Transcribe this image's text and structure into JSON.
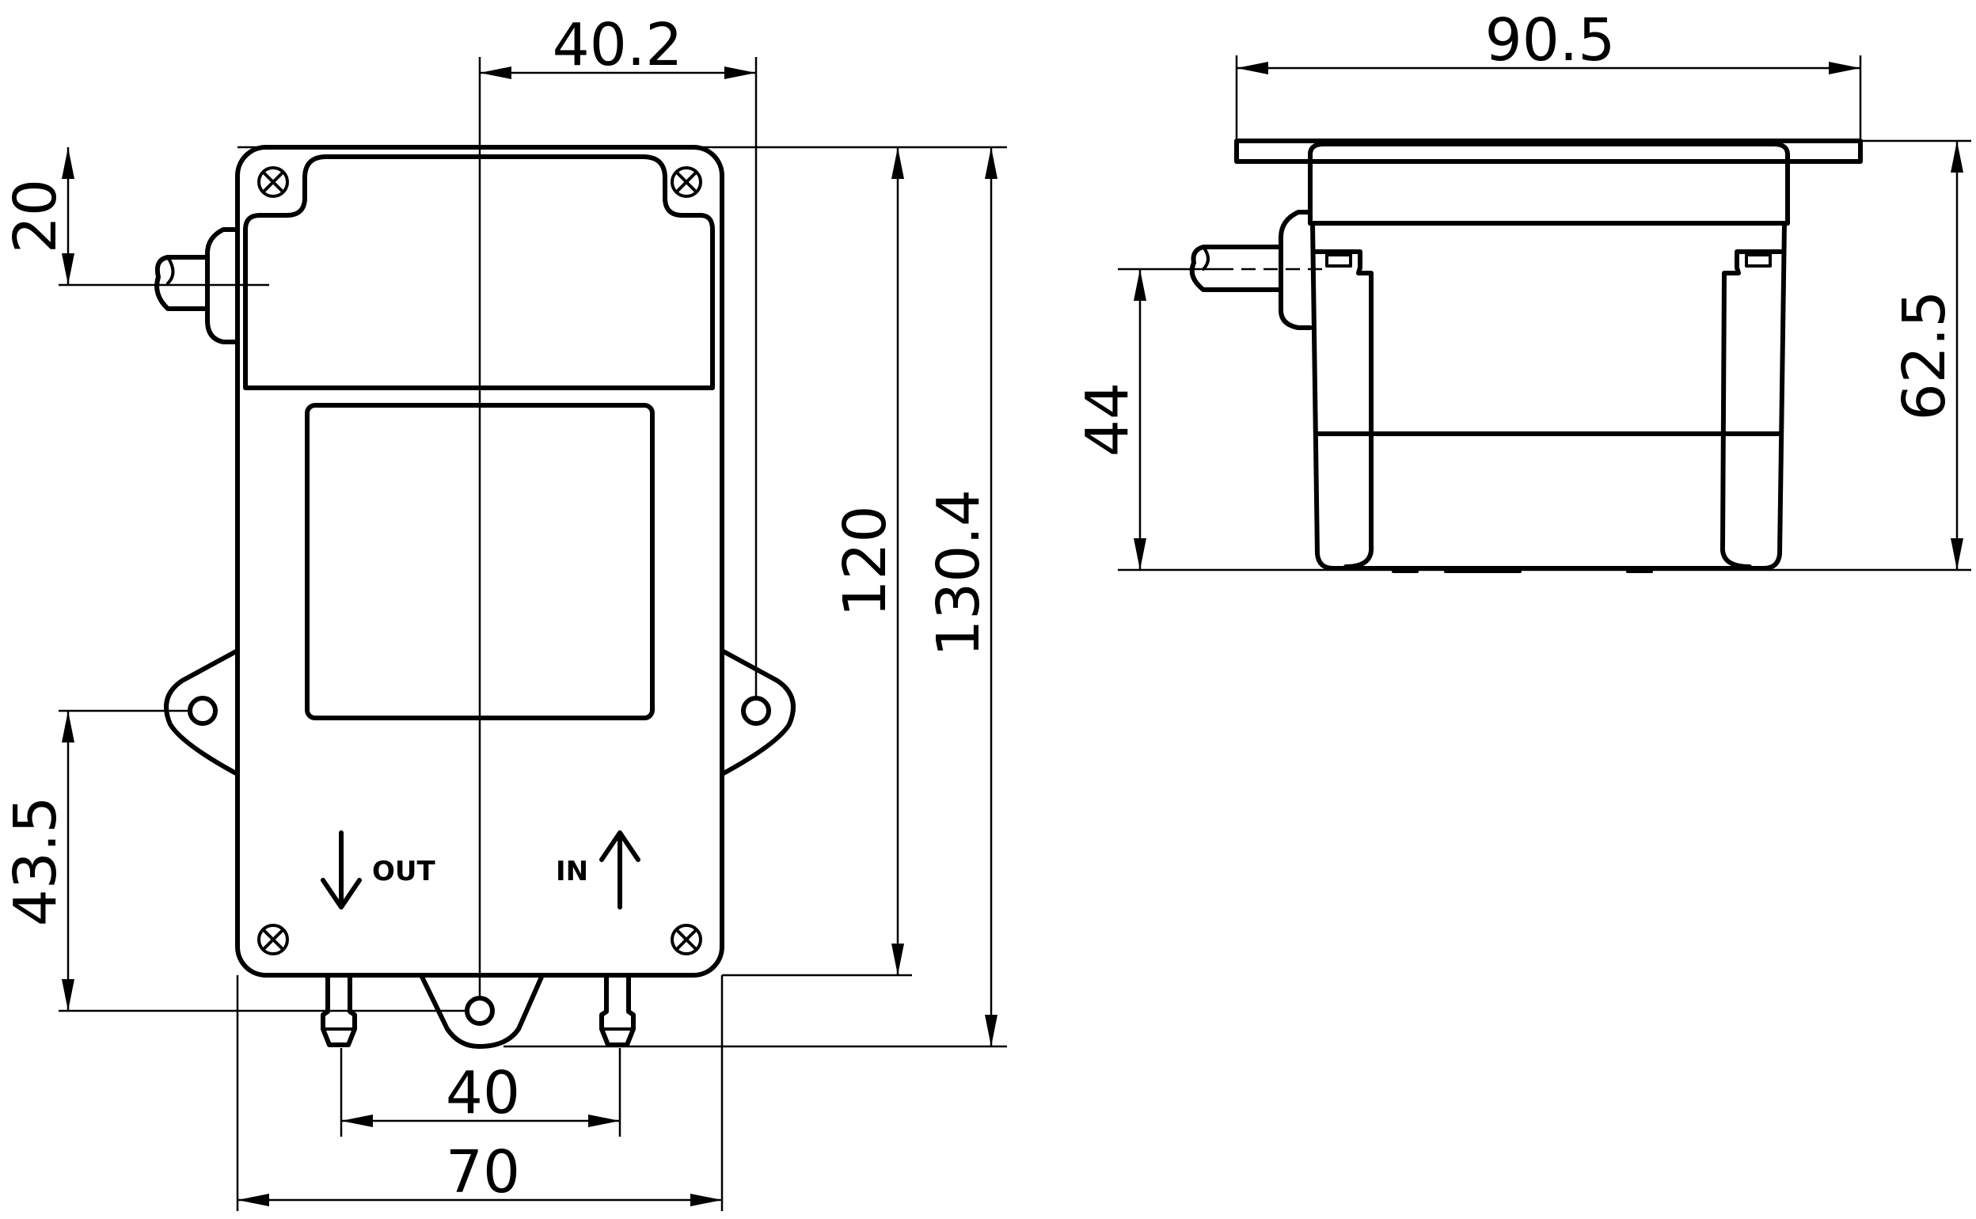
{
  "front_view": {
    "dimensions": {
      "top_offset": "40.2",
      "cable_height": "20",
      "body_height": "120",
      "overall_height": "130.4",
      "mount_hole_height": "43.5",
      "port_spacing": "40",
      "body_width": "70"
    },
    "port_labels": {
      "out": "OUT",
      "in": "IN"
    }
  },
  "side_view": {
    "dimensions": {
      "flange_width": "90.5",
      "overall_depth": "62.5",
      "cable_height": "44"
    }
  }
}
